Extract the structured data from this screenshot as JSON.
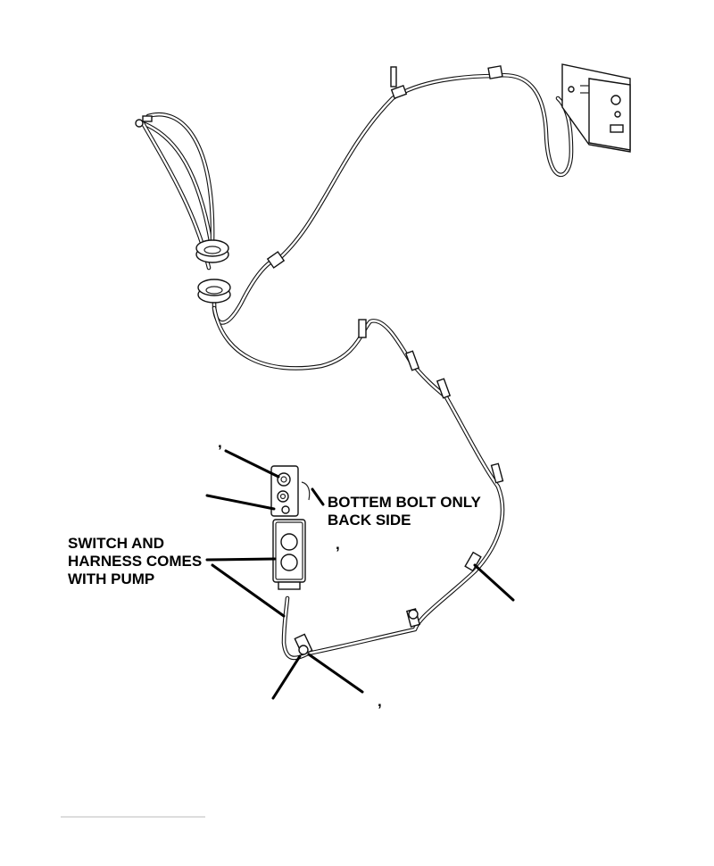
{
  "labels": {
    "bolt_line1": "BOTTEM BOLT ONLY",
    "bolt_line2": "BACK SIDE",
    "switch_line1": "SWITCH AND",
    "switch_line2": "HARNESS COMES",
    "switch_line3": "WITH PUMP"
  },
  "marks": {
    "comma": ","
  },
  "colors": {
    "ink": "#000000",
    "background": "#ffffff"
  }
}
